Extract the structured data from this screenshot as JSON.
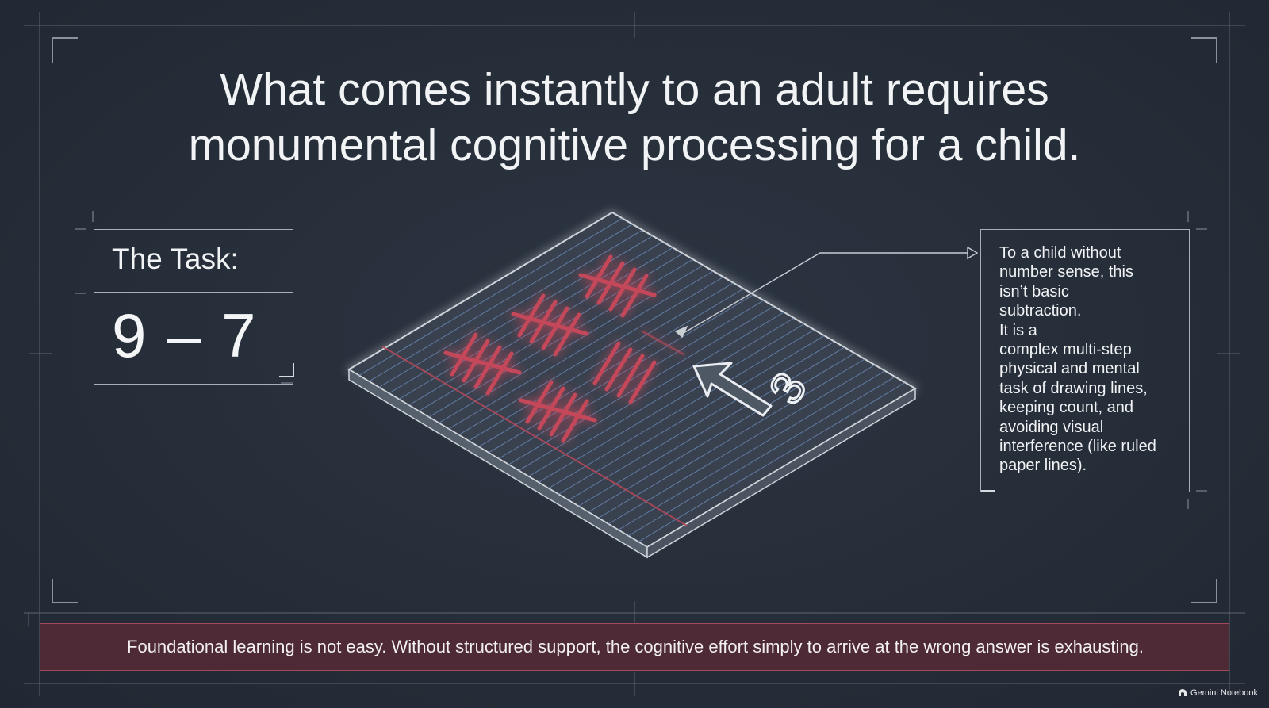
{
  "slide": {
    "title_lines": [
      "What comes instantly to an adult requires",
      "monumental cognitive processing for a child."
    ]
  },
  "task": {
    "label": "The Task:",
    "expression": "9 – 7"
  },
  "illustration": {
    "paper_number": "3"
  },
  "note": {
    "text": "To a child without\nnumber sense, this\nisn’t basic\nsubtraction.\nIt is a\ncomplex multi-step\nphysical and mental\ntask of drawing lines,\nkeeping count, and\navoiding visual\ninterference (like ruled\npaper lines)."
  },
  "banner": {
    "text": "Foundational learning is not easy. Without structured support, the cognitive effort simply to arrive at the wrong answer is exhausting."
  },
  "brand": {
    "name": "Gemini Notebook",
    "icon": "notebook-logo-icon"
  },
  "colors": {
    "background": "#252d38",
    "tally": "#c4475a",
    "banner": "#4d2a36"
  }
}
